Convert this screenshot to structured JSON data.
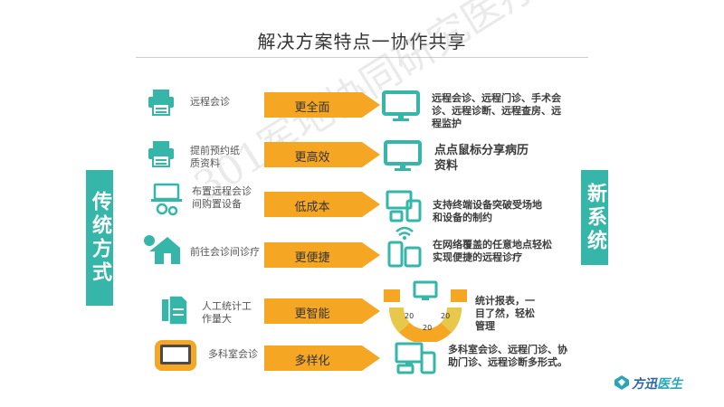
{
  "title": "解决方案特点一协作共享",
  "left_side_label": "传统方式",
  "right_side_label": "新系统",
  "watermark": "301军地协同研究医疗",
  "rows": [
    {
      "left": "远程会诊",
      "arrow": "更全面",
      "right": "远程会诊、远程门诊、手术会诊、远程诊断、远程查房、远程监护"
    },
    {
      "left": "提前预约纸质资料",
      "arrow": "更高效",
      "right": "点点鼠标分享病历资料"
    },
    {
      "left": "布置远程会诊间购置设备",
      "arrow": "低成本",
      "right": "支持终端设备突破受场地和设备的制约"
    },
    {
      "left": "前往会诊间诊疗",
      "arrow": "更便捷",
      "right": "在网络覆盖的任意地点轻松实现便捷的远程诊疗"
    },
    {
      "left": "人工统计工作量大",
      "arrow": "更智能",
      "right": "统计报表，一目了然，轻松管理"
    },
    {
      "left": "多科室会诊",
      "arrow": "多样化",
      "right": "多科室会诊、远程门诊、协助门诊、远程诊断多形式。"
    }
  ],
  "donut_labels": [
    "20",
    "20",
    "20"
  ],
  "logo": {
    "part1": "方迅",
    "part2": "医生"
  },
  "colors": {
    "teal": "#35b6a8",
    "orange": "#f5a623",
    "text_brown": "#3c3c3c"
  }
}
